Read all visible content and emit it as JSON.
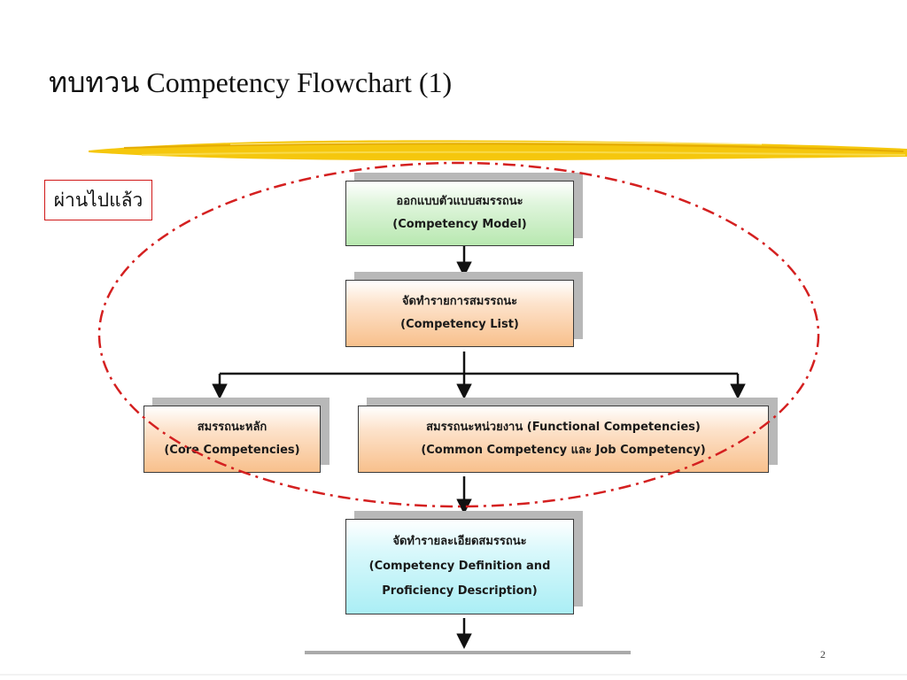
{
  "slide": {
    "title": "ทบทวน Competency Flowchart (1)",
    "status_label": "ผ่านไปแล้ว",
    "page_number": "2"
  },
  "flowchart": {
    "competency_model": {
      "line1": "ออกแบบตัวแบบสมรรถนะ",
      "line2": "(Competency Model)"
    },
    "competency_list": {
      "line1": "จัดทำรายการสมรรถนะ",
      "line2": "(Competency List)"
    },
    "core_competencies": {
      "line1": "สมรรถนะหลัก",
      "line2": "(Core Competencies)"
    },
    "functional_competencies": {
      "line1": "สมรรถนะหน่วยงาน (Functional Competencies)",
      "line2": "(Common Competency และ Job Competency)"
    },
    "competency_definition": {
      "line1": "จัดทำรายละเอียดสมรรถนะ",
      "line2": "(Competency Definition and",
      "line3": "Proficiency Description)"
    }
  },
  "colors": {
    "highlight_ellipse": "#d42020",
    "brush_stroke": "#f2c200",
    "model_box": "#b8e8b0",
    "list_box": "#f8c08c",
    "definition_box": "#aaeef5"
  }
}
